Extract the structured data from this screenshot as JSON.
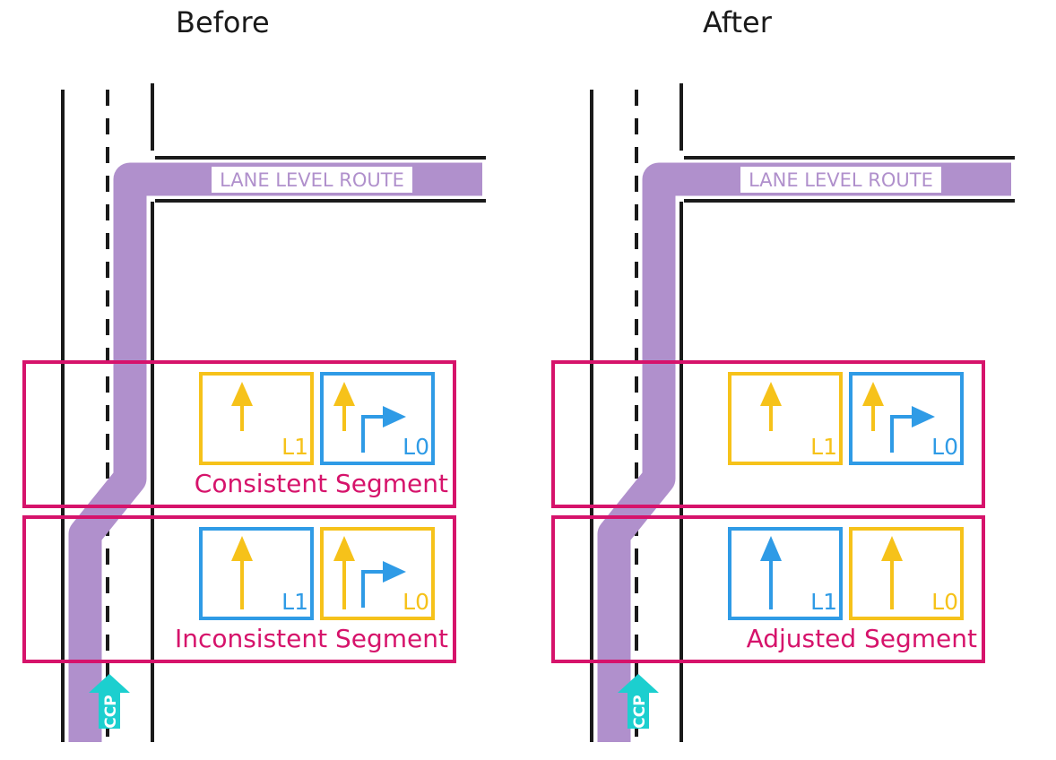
{
  "colors": {
    "road": "#1a1a1a",
    "route": "#b090cc",
    "segment_box": "#d6136b",
    "lane_yellow": "#f6c21a",
    "lane_blue": "#2f9be6",
    "ccp": "#1ccfcf"
  },
  "panels": [
    {
      "title": "Before",
      "route_label": "LANE LEVEL ROUTE",
      "ccp_label": "CCP",
      "segments": [
        {
          "label": "Consistent Segment",
          "lanes": [
            {
              "id": "L1",
              "color": "lane_yellow",
              "arrows": [
                {
                  "icon": "straight-arrow-icon",
                  "color": "lane_yellow"
                }
              ]
            },
            {
              "id": "L0",
              "color": "lane_blue",
              "arrows": [
                {
                  "icon": "straight-arrow-icon",
                  "color": "lane_yellow"
                },
                {
                  "icon": "right-turn-arrow-icon",
                  "color": "lane_blue"
                }
              ]
            }
          ]
        },
        {
          "label": "Inconsistent Segment",
          "lanes": [
            {
              "id": "L1",
              "color": "lane_blue",
              "arrows": [
                {
                  "icon": "straight-arrow-icon",
                  "color": "lane_yellow"
                }
              ]
            },
            {
              "id": "L0",
              "color": "lane_yellow",
              "arrows": [
                {
                  "icon": "straight-arrow-icon",
                  "color": "lane_yellow"
                },
                {
                  "icon": "right-turn-arrow-icon",
                  "color": "lane_blue"
                }
              ]
            }
          ]
        }
      ]
    },
    {
      "title": "After",
      "route_label": "LANE LEVEL ROUTE",
      "ccp_label": "CCP",
      "segments": [
        {
          "label": "",
          "lanes": [
            {
              "id": "L1",
              "color": "lane_yellow",
              "arrows": [
                {
                  "icon": "straight-arrow-icon",
                  "color": "lane_yellow"
                }
              ]
            },
            {
              "id": "L0",
              "color": "lane_blue",
              "arrows": [
                {
                  "icon": "straight-arrow-icon",
                  "color": "lane_yellow"
                },
                {
                  "icon": "right-turn-arrow-icon",
                  "color": "lane_blue"
                }
              ]
            }
          ]
        },
        {
          "label": "Adjusted Segment",
          "lanes": [
            {
              "id": "L1",
              "color": "lane_blue",
              "arrows": [
                {
                  "icon": "straight-arrow-icon",
                  "color": "lane_blue"
                }
              ]
            },
            {
              "id": "L0",
              "color": "lane_yellow",
              "arrows": [
                {
                  "icon": "straight-arrow-icon",
                  "color": "lane_yellow"
                }
              ]
            }
          ]
        }
      ]
    }
  ]
}
